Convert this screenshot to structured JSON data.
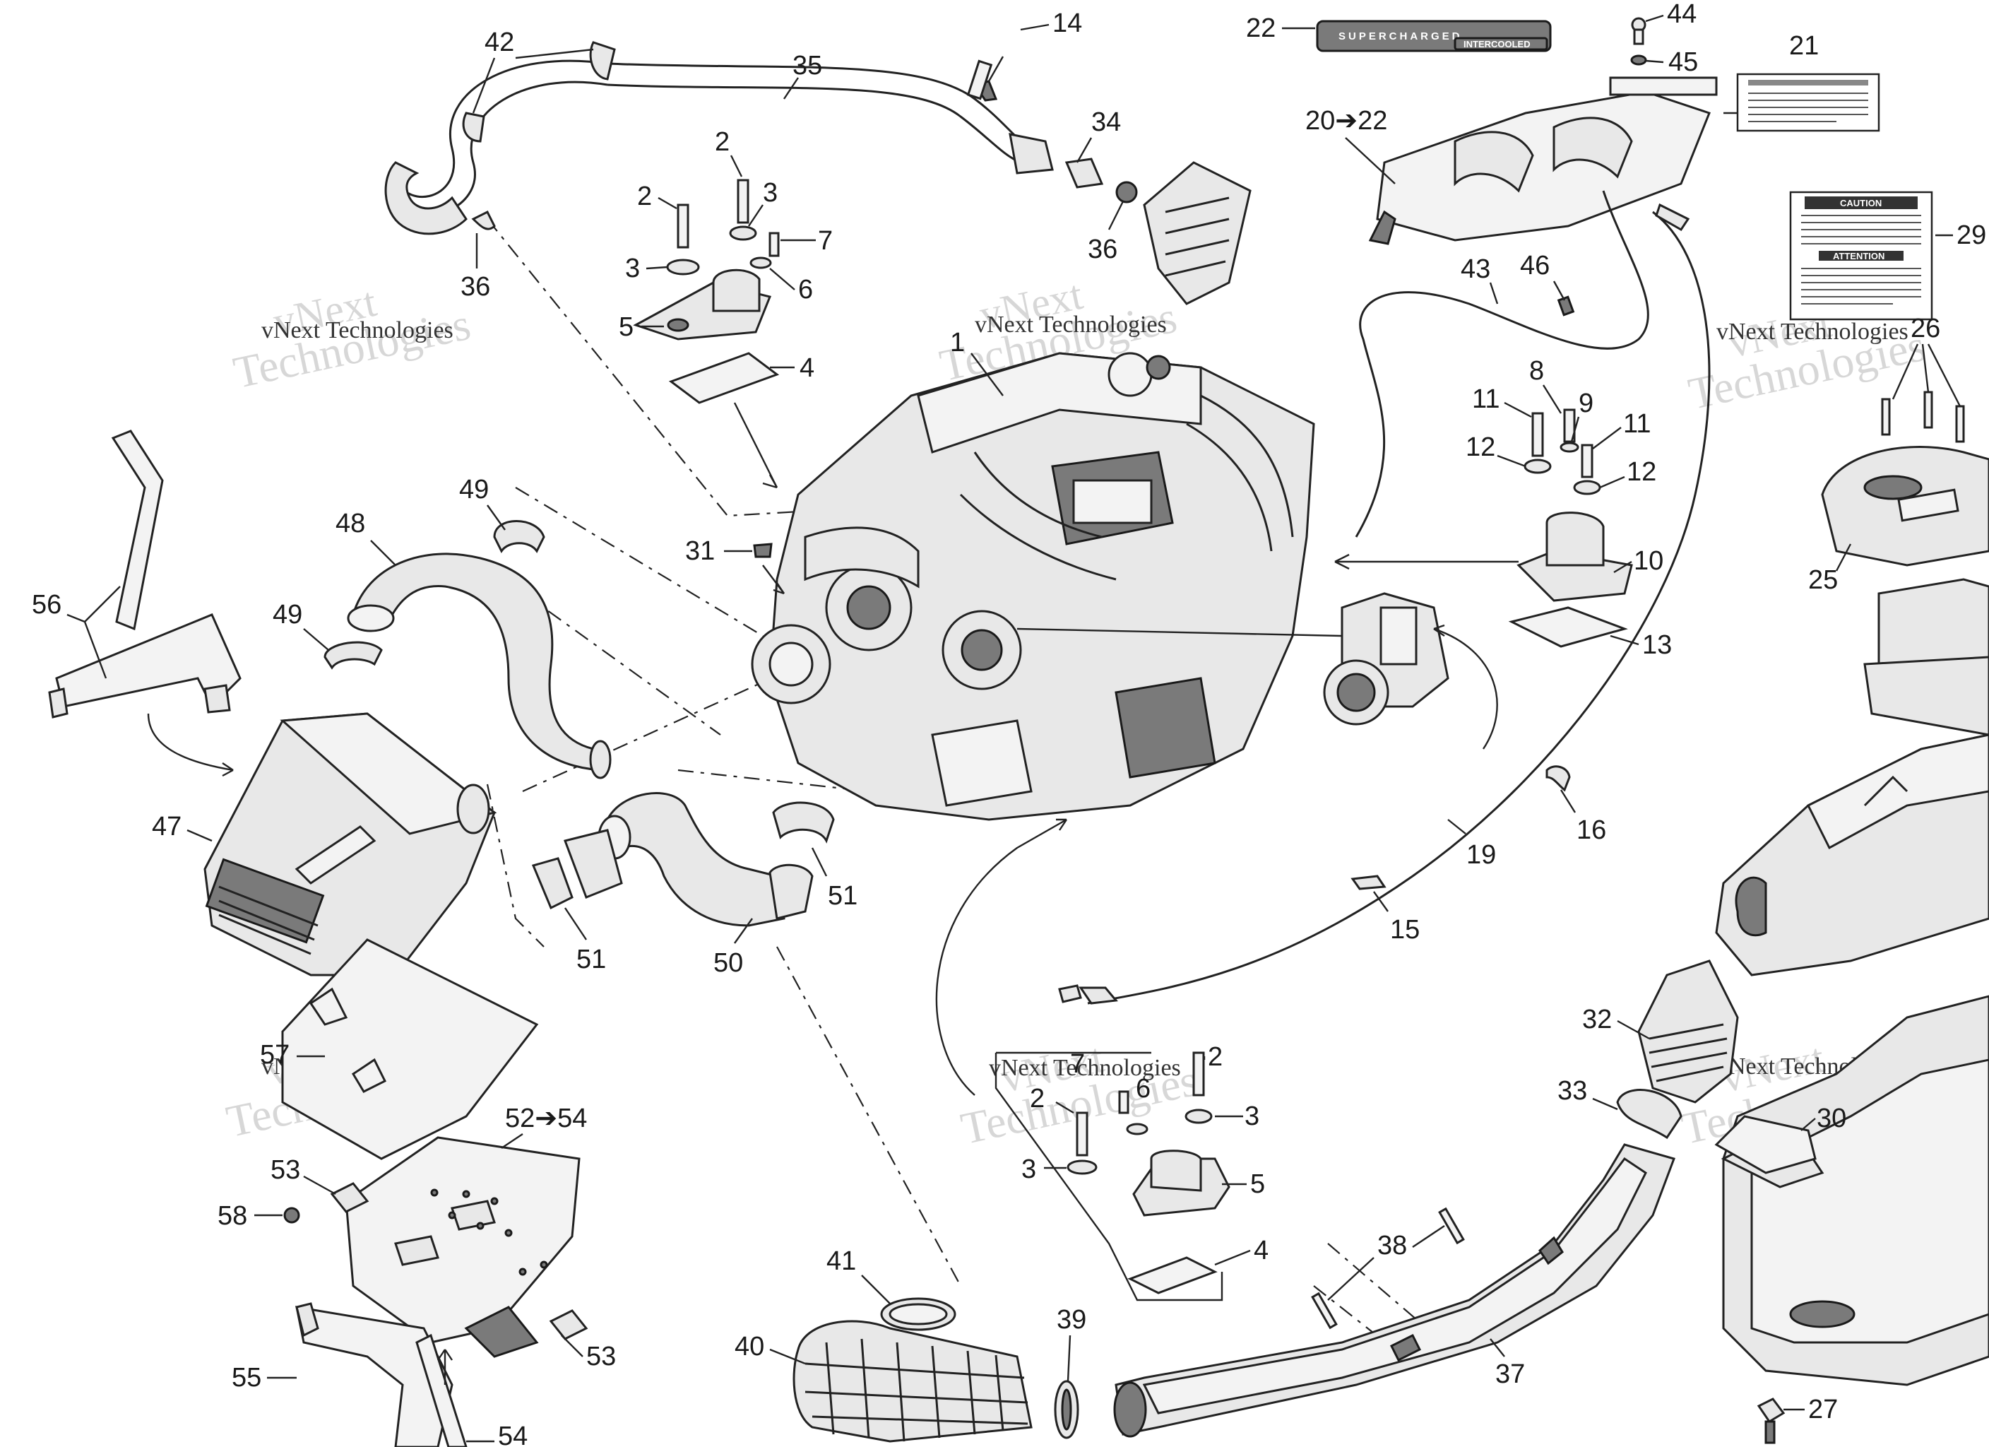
{
  "watermark": {
    "line1": "vNext",
    "line2": "Technologies",
    "caption": "vNext Technologies"
  },
  "decals": {
    "supercharged": "SUPERCHARGED",
    "intercooled": "INTERCOOLED",
    "caution": "CAUTION",
    "attention": "ATTENTION"
  },
  "callouts": {
    "c1": "1",
    "c2a": "2",
    "c2b": "2",
    "c2c": "2",
    "c2d": "2",
    "c3a": "3",
    "c3b": "3",
    "c3c": "3",
    "c3d": "3",
    "c4a": "4",
    "c4b": "4",
    "c5a": "5",
    "c5b": "5",
    "c6a": "6",
    "c6b": "6",
    "c7a": "7",
    "c7b": "7",
    "c8": "8",
    "c9": "9",
    "c10": "10",
    "c11a": "11",
    "c11b": "11",
    "c12a": "12",
    "c12b": "12",
    "c13": "13",
    "c14": "14",
    "c15": "15",
    "c16": "16",
    "c19": "19",
    "c20": "20➔22",
    "c21": "21",
    "c22": "22",
    "c25": "25",
    "c26": "26",
    "c27": "27",
    "c29": "29",
    "c30": "30",
    "c31": "31",
    "c32": "32",
    "c33": "33",
    "c34": "34",
    "c35": "35",
    "c36a": "36",
    "c36b": "36",
    "c37": "37",
    "c38": "38",
    "c39": "39",
    "c40": "40",
    "c41": "41",
    "c42": "42",
    "c43": "43",
    "c44": "44",
    "c45": "45",
    "c46": "46",
    "c47": "47",
    "c48": "48",
    "c49a": "49",
    "c49b": "49",
    "c50": "50",
    "c51a": "51",
    "c51b": "51",
    "c52": "52➔54",
    "c53a": "53",
    "c53b": "53",
    "c54": "54",
    "c55": "55",
    "c56": "56",
    "c57": "57",
    "c58": "58"
  }
}
